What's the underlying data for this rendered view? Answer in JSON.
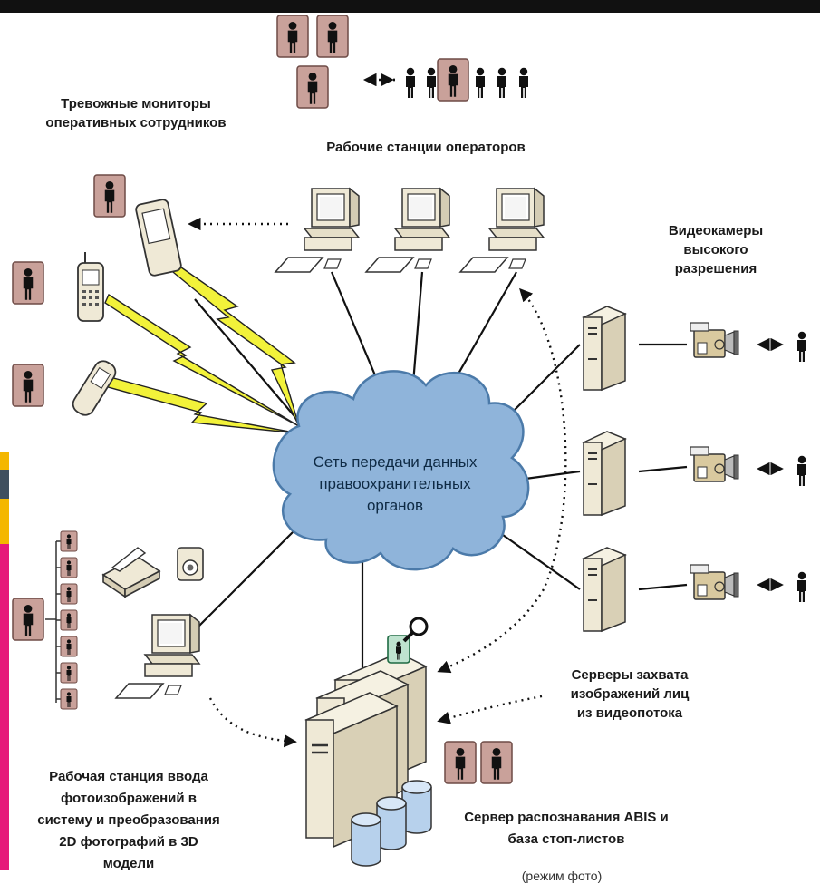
{
  "colors": {
    "person_tile": "#c9a19a",
    "person_tile_border": "#6e4b46",
    "cloud_fill": "#8fb4da",
    "cloud_stroke": "#4b7aa9",
    "device_beige": "#efe9d6",
    "lightning": "#f2f23a",
    "cylinder": "#b7d1ec",
    "strip_magenta": "#e6197a",
    "strip_yellow": "#f4b700",
    "strip_slate": "#3f4f5f"
  },
  "labels": {
    "alarm_monitors": [
      "Тревожные мониторы",
      "оперативных сотрудников"
    ],
    "operator_stations": "Рабочие станции операторов",
    "hd_cameras": [
      "Видеокамеры",
      "высокого",
      "разрешения"
    ],
    "network": [
      "Сеть передачи данных",
      "правоохранительных",
      "органов"
    ],
    "capture_servers": [
      "Серверы захвата",
      "изображений лиц",
      "из видеопотока"
    ],
    "input_station": [
      "Рабочая станция ввода",
      "фотоизображений в",
      "систему и преобразования",
      "2D фотографий в 3D",
      "модели"
    ],
    "abis_server": [
      "Сервер распознавания ABIS и",
      "база стоп-листов"
    ],
    "abis_mode": "(режим фото)"
  },
  "icons": {
    "person": "person-icon",
    "pda": "pda-icon",
    "mobile_phone": "mobile-phone-icon",
    "flip_phone": "flip-phone-icon",
    "workstation": "workstation-icon",
    "server": "server-icon",
    "camera": "video-camera-icon",
    "scanner": "scanner-icon",
    "photo_camera": "photo-camera-icon",
    "database": "database-cylinder-icon",
    "lightning": "wireless-lightning-icon",
    "magnifier": "magnifier-icon"
  }
}
